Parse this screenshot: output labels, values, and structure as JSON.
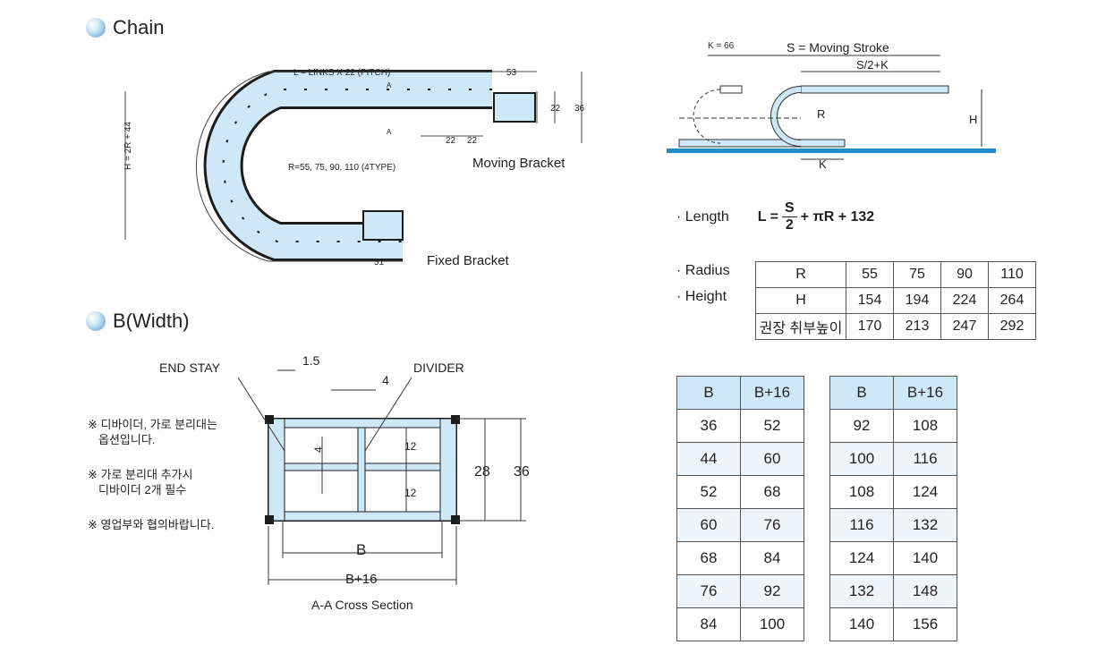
{
  "chain_section": {
    "title": "Chain"
  },
  "width_section": {
    "title": "B(Width)"
  },
  "chain_diagram": {
    "length_label": "L = LINKS X 22 (PITCH)",
    "height_label": "H = 2R + 44",
    "radius_label": "R=55, 75, 90, 110 (4TYPE)",
    "dim_53": "53",
    "dim_51": "51",
    "dim_22_right": "22",
    "dim_36_right": "36",
    "dim_22_a": "22",
    "dim_22_b": "22",
    "section_mark_a": "A",
    "moving_bracket": "Moving Bracket",
    "fixed_bracket": "Fixed Bracket"
  },
  "stroke_diagram": {
    "k66": "K = 66",
    "moving_stroke": "S = Moving Stroke",
    "half_stroke": "S/2+K",
    "r": "R",
    "h": "H",
    "k": "K"
  },
  "formula": {
    "label": "· Length",
    "lhs": "L =",
    "numerator": "S",
    "denominator": "2",
    "rest": "+ πR + 132"
  },
  "spec": {
    "radius_label": "· Radius",
    "height_label": "· Height",
    "rows": [
      {
        "label": "R",
        "values": [
          "55",
          "75",
          "90",
          "110"
        ]
      },
      {
        "label": "H",
        "values": [
          "154",
          "194",
          "224",
          "264"
        ]
      },
      {
        "label": "권장 취부높이",
        "values": [
          "170",
          "213",
          "247",
          "292"
        ]
      }
    ]
  },
  "cross_section": {
    "end_stay": "END  STAY",
    "divider": "DIVIDER",
    "dim_1_5": "1.5",
    "dim_4_top": "4",
    "dim_4_left": "4",
    "dim_12_a": "12",
    "dim_12_b": "12",
    "dim_28": "28",
    "dim_36": "36",
    "b": "B",
    "b16": "B+16",
    "caption": "A-A Cross Section"
  },
  "notes": [
    {
      "mark": "※ 디바이더, 가로 분리대는",
      "line2": "옵션입니다."
    },
    {
      "mark": "※ 가로 분리대 추가시",
      "line2": "디바이더 2개 필수"
    },
    {
      "mark": "※ 영업부와 협의바랍니다.",
      "line2": ""
    }
  ],
  "b_table_left": {
    "headers": [
      "B",
      "B+16"
    ],
    "rows": [
      [
        "36",
        "52"
      ],
      [
        "44",
        "60"
      ],
      [
        "52",
        "68"
      ],
      [
        "60",
        "76"
      ],
      [
        "68",
        "84"
      ],
      [
        "76",
        "92"
      ],
      [
        "84",
        "100"
      ]
    ]
  },
  "b_table_right": {
    "headers": [
      "B",
      "B+16"
    ],
    "rows": [
      [
        "92",
        "108"
      ],
      [
        "100",
        "116"
      ],
      [
        "108",
        "124"
      ],
      [
        "116",
        "132"
      ],
      [
        "124",
        "140"
      ],
      [
        "132",
        "148"
      ],
      [
        "140",
        "156"
      ]
    ]
  }
}
